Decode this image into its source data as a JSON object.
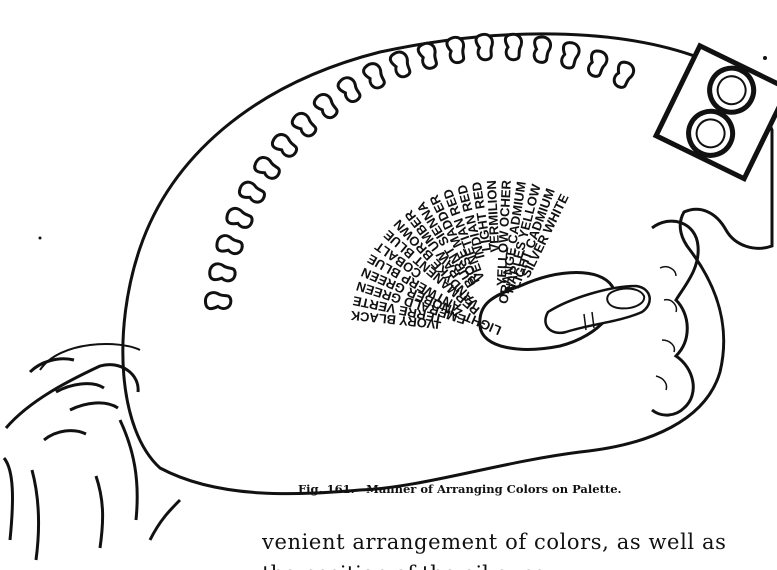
{
  "figure": {
    "caption": "Fig. 161.—Manner of Arranging Colors on Palette.",
    "color_labels": [
      "IVORY BLACK",
      "TERRE VERTE",
      "EMERALD GREEN",
      "LIGHT ZINOBER GREEN",
      "ANTWERP BLUE",
      "COBALT",
      "PERMANENT BLUE",
      "VANDYKE BROWN",
      "RAW UMBER",
      "BURNT SIENNA",
      "ROSE MADDER",
      "VENETIAN RED",
      "INDIAN RED",
      "LIGHT RED",
      "VERMILION",
      "YELLOW OCHER",
      "ORANGE CADMIUM",
      "NAPLES YELLOW",
      "LIGHT CADMIUM",
      "SILVER WHITE"
    ]
  },
  "text": {
    "body_line": "venient arrangement of colors, as well as",
    "body_line_cut": "the position of the oil cups"
  }
}
